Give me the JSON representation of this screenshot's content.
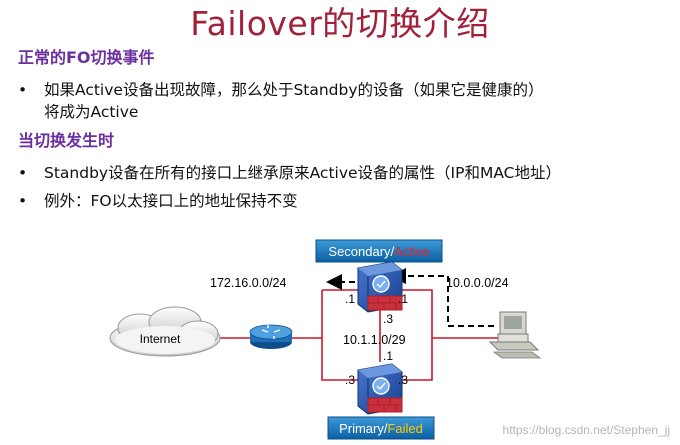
{
  "title": "Failover的切换介绍",
  "sections": [
    {
      "heading": "正常的FO切换事件",
      "bullets": [
        {
          "marker": "•",
          "lines": [
            "如果Active设备出现故障，那么处于Standby的设备（如果它是健康的）",
            "将成为Active"
          ]
        }
      ]
    },
    {
      "heading": "当切换发生时",
      "bullets": [
        {
          "marker": "•",
          "lines": [
            "Standby设备在所有的接口上继承原来Active设备的属性（IP和MAC地址）"
          ]
        },
        {
          "marker": "•",
          "lines": [
            "例外：FO以太接口上的地址保持不变"
          ]
        }
      ]
    }
  ],
  "diagram": {
    "secondary_box": {
      "role": "Secondary",
      "sep": "/",
      "state": "Active"
    },
    "primary_box": {
      "role": "Primary",
      "sep": "/",
      "state": "Failed"
    },
    "left_subnet": "172.16.0.0/24",
    "right_subnet": "10.0.0.0/24",
    "fo_subnet": "10.1.1.0/29",
    "internet_label": "Internet",
    "sec_left_ip": ".1",
    "sec_right_ip": ".1",
    "sec_fo_ip": ".3",
    "pri_fo_ip": ".1",
    "pri_left_ip": ".3",
    "pri_right_ip": ".3",
    "colors": {
      "title": "#a3203a",
      "heading": "#6b2fa0",
      "state": "#e8242b",
      "box": "#0b6fb5",
      "firewall": "#1b4fa8"
    }
  },
  "watermark": "https://blog.csdn.net/Stephen_jj"
}
